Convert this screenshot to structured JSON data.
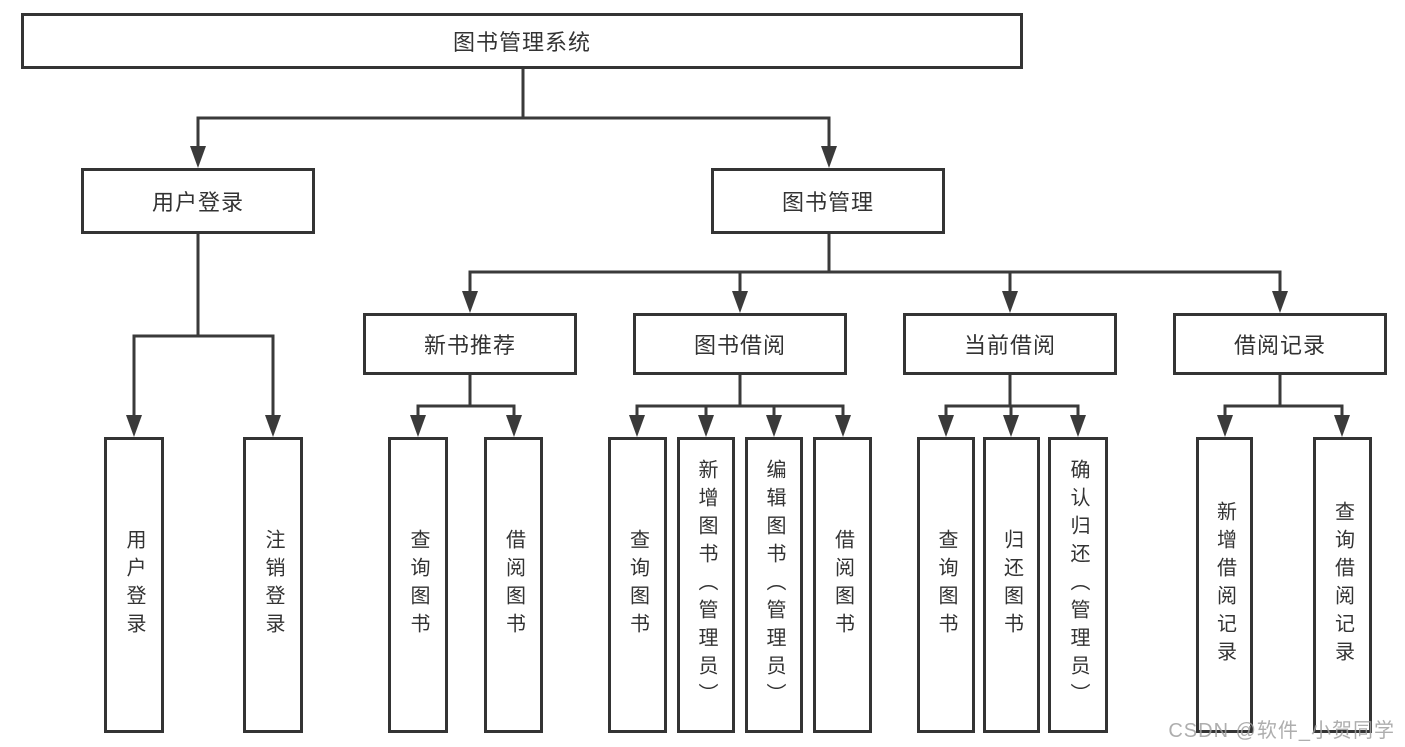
{
  "diagram": {
    "title": "图书管理系统",
    "colors": {
      "line": "#3a3a3a",
      "box_border": "#343434",
      "box_background": "#ffffff",
      "text": "#333333",
      "watermark": "#a8a8a8"
    },
    "tree": {
      "label": "图书管理系统",
      "children": [
        {
          "label": "用户登录",
          "children": [
            {
              "label": "用户登录"
            },
            {
              "label": "注销登录"
            }
          ]
        },
        {
          "label": "图书管理",
          "children": [
            {
              "label": "新书推荐",
              "children": [
                {
                  "label": "查询图书"
                },
                {
                  "label": "借阅图书"
                }
              ]
            },
            {
              "label": "图书借阅",
              "children": [
                {
                  "label": "查询图书"
                },
                {
                  "label": "新增图书（管理员）"
                },
                {
                  "label": "编辑图书（管理员）"
                },
                {
                  "label": "借阅图书"
                }
              ]
            },
            {
              "label": "当前借阅",
              "children": [
                {
                  "label": "查询图书"
                },
                {
                  "label": "归还图书"
                },
                {
                  "label": "确认归还（管理员）"
                }
              ]
            },
            {
              "label": "借阅记录",
              "children": [
                {
                  "label": "新增借阅记录"
                },
                {
                  "label": "查询借阅记录"
                }
              ]
            }
          ]
        }
      ]
    }
  },
  "watermark": "CSDN @软件_小贺同学"
}
